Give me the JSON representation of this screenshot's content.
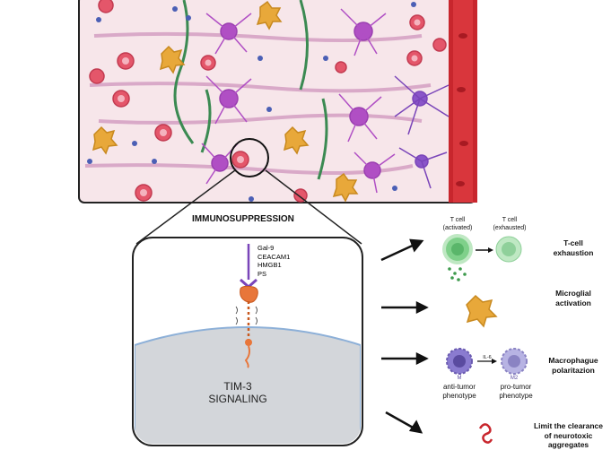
{
  "section_title": "IMMUNOSUPPRESSION",
  "ligands": [
    "Gal-9",
    "CEACAM1",
    "HMGB1",
    "PS"
  ],
  "receptor_label_line1": "TIM-3",
  "receptor_label_line2": "SIGNALING",
  "tcell": {
    "activated_line1": "T cell",
    "activated_line2": "(activated)",
    "exhausted_line1": "T cell",
    "exhausted_line2": "(exhausted)"
  },
  "macrophage": {
    "m_label": "M",
    "m2_label": "M2",
    "il6_label": "IL-6",
    "anti_line1": "anti-tumor",
    "anti_line2": "phenotype",
    "pro_line1": "pro-tumor",
    "pro_line2": "phenotype"
  },
  "outcomes": [
    {
      "line1": "T-cell",
      "line2": "exhaustion"
    },
    {
      "line1": "Microglial",
      "line2": "activation"
    },
    {
      "line1": "Macrophague",
      "line2": "polaritazion"
    },
    {
      "line1": "Limit the clearance",
      "line2": "of neurotoxic",
      "line3": "aggregates"
    }
  ],
  "colors": {
    "tissue_bg": "#f7e6ea",
    "vessel": "#c8262d",
    "neuron_purple": "#9a3fb0",
    "tumor_red": "#e4566a",
    "microglia_orange": "#e8a83a",
    "tcell_green": "#7fd08a",
    "macrophage_purple": "#8a7bd0",
    "membrane_grey": "#d3d6da"
  }
}
